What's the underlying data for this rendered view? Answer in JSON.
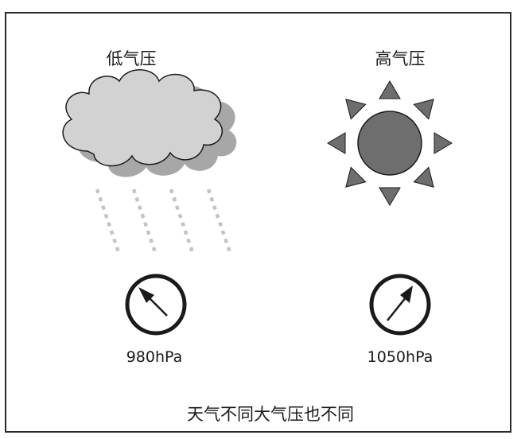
{
  "left_panel": {
    "title": "低气压",
    "reading": "980hPa",
    "weather_icon": "rain-cloud-icon",
    "gauge_icon": "barometer-dial-icon"
  },
  "right_panel": {
    "title": "高气压",
    "reading": "1050hPa",
    "weather_icon": "sun-icon",
    "gauge_icon": "barometer-dial-icon"
  },
  "caption": "天气不同大气压也不同",
  "colors": {
    "border": "#2a2a2a",
    "cloud_fill": "#d2d2d2",
    "cloud_shadow": "#a7a7a7",
    "sun_fill": "#6e6e6e",
    "rain": "#c4c4c4",
    "ink": "#1a1a1a"
  }
}
